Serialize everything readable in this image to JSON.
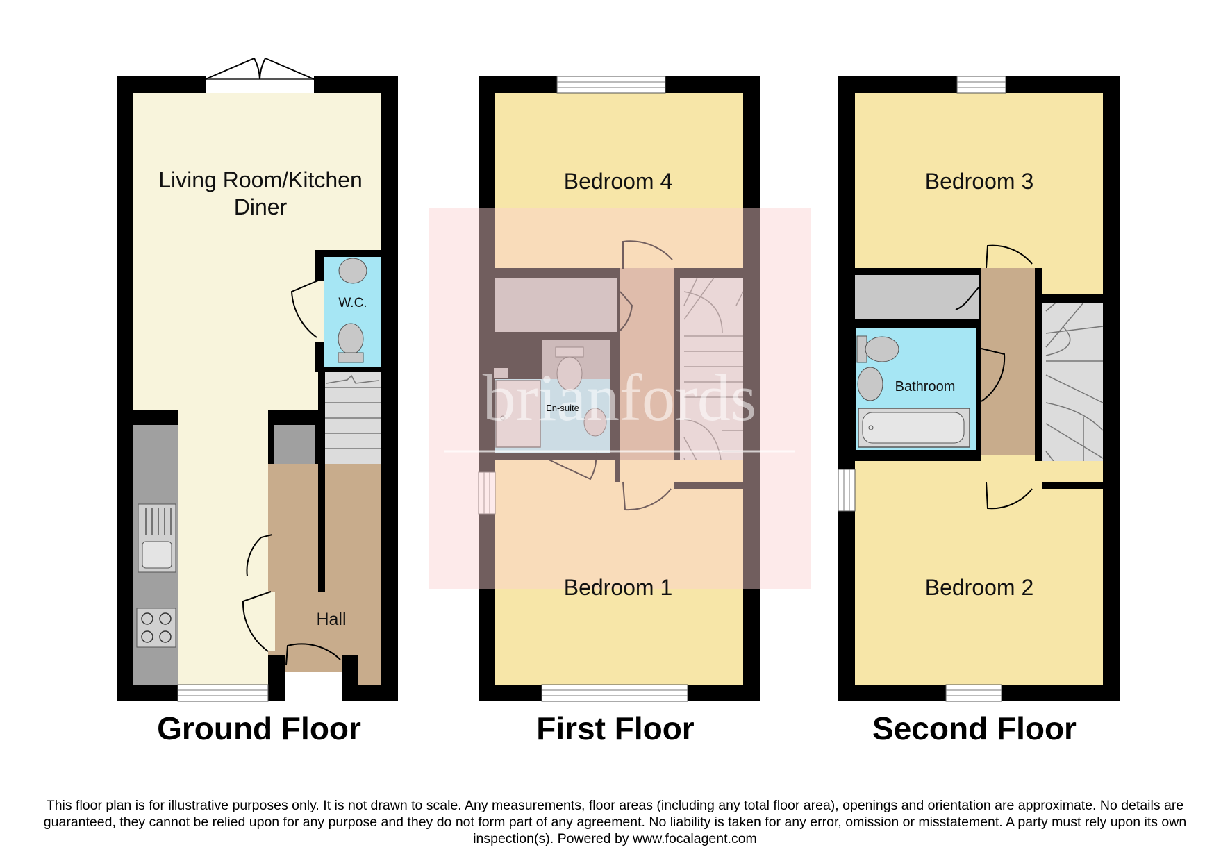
{
  "floors": {
    "ground": {
      "title": "Ground Floor",
      "rooms": {
        "living_line1": "Living Room/Kitchen",
        "living_line2": "Diner",
        "wc": "W.C.",
        "hall": "Hall"
      }
    },
    "first": {
      "title": "First Floor",
      "rooms": {
        "bedroom4": "Bedroom 4",
        "ensuite": "En-suite",
        "bedroom1": "Bedroom 1"
      }
    },
    "second": {
      "title": "Second Floor",
      "rooms": {
        "bedroom3": "Bedroom 3",
        "bathroom": "Bathroom",
        "bedroom2": "Bedroom 2"
      }
    }
  },
  "watermark": "brianfords",
  "disclaimer": "This floor plan is for illustrative purposes only. It is not drawn to scale. Any measurements, floor areas (including any total floor area), openings and orientation are approximate. No details are guaranteed, they cannot be relied upon for any purpose and they do not form part of any agreement. No liability is taken for any error, omission or misstatement. A party must rely upon its own inspection(s). Powered by www.focalagent.com",
  "colors": {
    "wall": "#000000",
    "living": "#f8f4dc",
    "bedroom": "#f7e6a8",
    "wet_room": "#a6e6f4",
    "hall_landing": "#c8ac8c",
    "storage": "#a8a8a8",
    "stairs": "#dcdcdc",
    "watermark_tint": "#fbd0d0"
  }
}
